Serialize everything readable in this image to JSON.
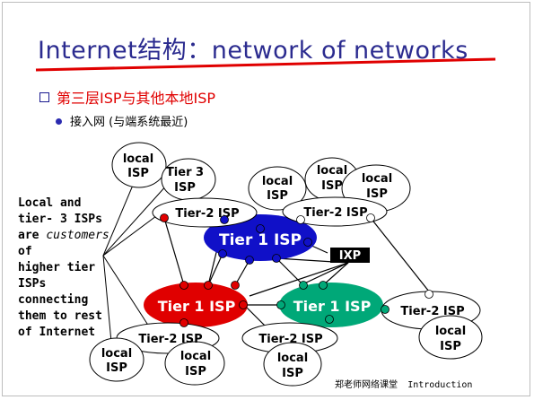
{
  "slide": {
    "title": "Internet结构：network of networks",
    "bullet1": "第三层ISP与其他本地ISP",
    "bullet2": "接入网 (与端系统最近)",
    "footer_author": "郑老师网络课堂",
    "footer_section": "Introduction"
  },
  "sidenote": {
    "line1": "Local and",
    "line2": "tier- 3 ISPs",
    "line3_a": "are ",
    "line3_b": "customers",
    "line4": "of",
    "line5": "higher tier",
    "line6": "ISPs",
    "line7": "connecting",
    "line8": "them to rest",
    "line9": "of Internet"
  },
  "nodes": {
    "tier1_blue": "Tier 1 ISP",
    "tier1_red": "Tier 1 ISP",
    "tier1_green": "Tier 1 ISP",
    "ixp": "IXP",
    "tier2_topleft": "Tier-2 ISP",
    "tier2_topright": "Tier-2 ISP",
    "tier2_right": "Tier-2 ISP",
    "tier2_bottomleft": "Tier-2 ISP",
    "tier2_bottommid": "Tier-2 ISP",
    "tier3_line1": "Tier 3",
    "tier3_line2": "ISP",
    "local_line1": "local",
    "local_line2": "ISP"
  },
  "colors": {
    "title": "#2b2b8f",
    "highlight": "#e00000",
    "tier1_blue": "#1010c8",
    "tier1_red": "#e00000",
    "tier1_green": "#00a878"
  }
}
